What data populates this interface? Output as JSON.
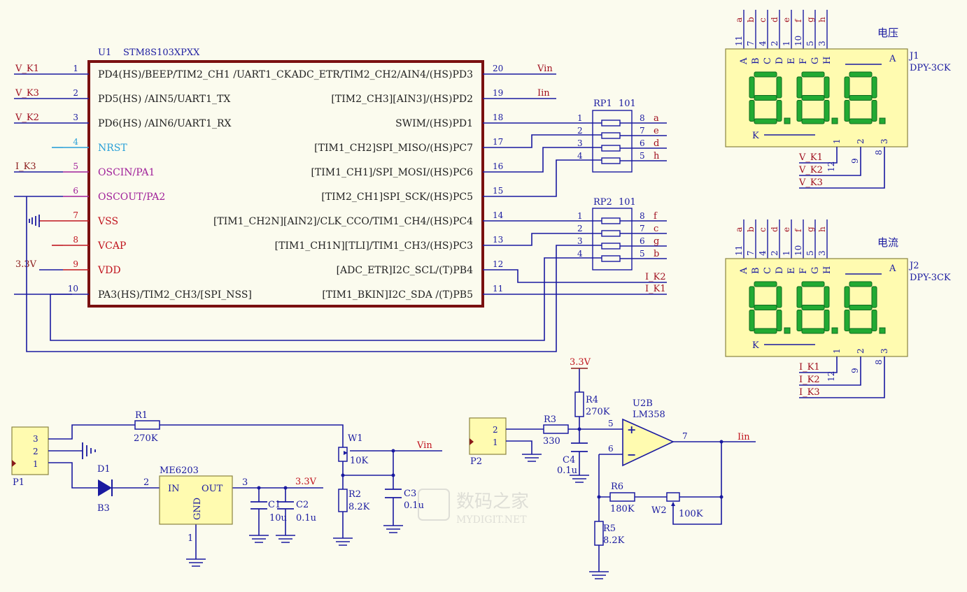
{
  "u1": {
    "ref": "U1",
    "part": "STM8S103XPXX",
    "left_pins": [
      {
        "num": "1",
        "name": "PD4(HS)/BEEP/TIM2_CH1 /UART1_CK",
        "net": "V_K1",
        "color": "#1a1aa0"
      },
      {
        "num": "2",
        "name": "PD5(HS) /AIN5/UART1_TX",
        "net": "V_K3",
        "color": "#1a1aa0"
      },
      {
        "num": "3",
        "name": "PD6(HS) /AIN6/UART1_RX",
        "net": "V_K2",
        "color": "#1a1aa0"
      },
      {
        "num": "4",
        "name": "NRST",
        "net": "",
        "color": "#2aa0d8"
      },
      {
        "num": "5",
        "name": "OSCIN/PA1",
        "net": "I_K3",
        "color": "#a0209a"
      },
      {
        "num": "6",
        "name": "OSCOUT/PA2",
        "net": "",
        "color": "#a0209a"
      },
      {
        "num": "7",
        "name": "VSS",
        "net": "",
        "color": "#c0141e"
      },
      {
        "num": "8",
        "name": "VCAP",
        "net": "",
        "color": "#c0141e"
      },
      {
        "num": "9",
        "name": "VDD",
        "net": "3.3V",
        "color": "#c0141e"
      },
      {
        "num": "10",
        "name": "PA3(HS)/TIM2_CH3/[SPI_NSS]",
        "net": "",
        "color": "#1a1aa0"
      }
    ],
    "right_pins": [
      {
        "num": "20",
        "name": "ADC_ETR/TIM2_CH2/AIN4/(HS)PD3",
        "net": "Vin"
      },
      {
        "num": "19",
        "name": "[TIM2_CH3][AIN3]/(HS)PD2",
        "net": "Iin"
      },
      {
        "num": "18",
        "name": "SWIM/(HS)PD1",
        "net": ""
      },
      {
        "num": "17",
        "name": "[TIM1_CH2]SPI_MISO/(HS)PC7",
        "net": ""
      },
      {
        "num": "16",
        "name": "[TIM1_CH1]/SPI_MOSI/(HS)PC6",
        "net": ""
      },
      {
        "num": "15",
        "name": "[TIM2_CH1]SPI_SCK/(HS)PC5",
        "net": ""
      },
      {
        "num": "14",
        "name": "[TIM1_CH2N][AIN2]/CLK_CCO/TIM1_CH4/(HS)PC4",
        "net": ""
      },
      {
        "num": "13",
        "name": "[TIM1_CH1N][TLI]/TIM1_CH3/(HS)PC3",
        "net": ""
      },
      {
        "num": "12",
        "name": "[ADC_ETR]I2C_SCL/(T)PB4",
        "net": "I_K2"
      },
      {
        "num": "11",
        "name": "[TIM1_BKIN]I2C_SDA /(T)PB5",
        "net": "I_K1"
      }
    ]
  },
  "rp1": {
    "ref": "RP1",
    "value": "101",
    "left_nums": [
      "1",
      "2",
      "3",
      "4"
    ],
    "right_nums": [
      "8",
      "7",
      "6",
      "5"
    ],
    "seg_labels": [
      "a",
      "e",
      "d",
      "h"
    ]
  },
  "rp2": {
    "ref": "RP2",
    "value": "101",
    "left_nums": [
      "1",
      "2",
      "3",
      "4"
    ],
    "right_nums": [
      "8",
      "7",
      "6",
      "5"
    ],
    "seg_labels": [
      "f",
      "c",
      "g",
      "b"
    ]
  },
  "displays": [
    {
      "ref": "J1",
      "part": "DPY-3CK",
      "caption": "电压",
      "top_pins": [
        "11",
        "7",
        "4",
        "2",
        "1",
        "10",
        "5",
        "3"
      ],
      "top_segs": [
        "a",
        "b",
        "c",
        "d",
        "e",
        "f",
        "g",
        "h"
      ],
      "inner_letters": [
        "A",
        "B",
        "C",
        "D",
        "E",
        "F",
        "G",
        "H"
      ],
      "anode": "A",
      "cathode": "K",
      "digit_nums": [
        "1",
        "2",
        "3"
      ],
      "bottom_pins": [
        "12",
        "9",
        "8"
      ],
      "digit_nets": [
        "V_K1",
        "V_K2",
        "V_K3"
      ]
    },
    {
      "ref": "J2",
      "part": "DPY-3CK",
      "caption": "电流",
      "top_pins": [
        "11",
        "7",
        "4",
        "2",
        "1",
        "10",
        "5",
        "3"
      ],
      "top_segs": [
        "a",
        "b",
        "c",
        "d",
        "e",
        "f",
        "g",
        "h"
      ],
      "inner_letters": [
        "A",
        "B",
        "C",
        "D",
        "E",
        "F",
        "G",
        "H"
      ],
      "anode": "A",
      "cathode": "K",
      "digit_nums": [
        "1",
        "2",
        "3"
      ],
      "bottom_pins": [
        "12",
        "9",
        "8"
      ],
      "digit_nets": [
        "I_K1",
        "I_K2",
        "I_K3"
      ]
    }
  ],
  "power": {
    "p1": {
      "ref": "P1",
      "pins": [
        "3",
        "2",
        "1"
      ]
    },
    "r1": {
      "ref": "R1",
      "value": "270K"
    },
    "d1": {
      "ref": "D1",
      "value": "B3"
    },
    "reg": {
      "part": "ME6203",
      "in": "IN",
      "out": "OUT",
      "gnd": "GND",
      "pin_in": "2",
      "pin_out": "3",
      "pin_gnd": "1"
    },
    "out_net": "3.3V",
    "c1": {
      "ref": "C1",
      "value": "10u"
    },
    "c2": {
      "ref": "C2",
      "value": "0.1u"
    },
    "w1": {
      "ref": "W1",
      "value": "10K"
    },
    "r2": {
      "ref": "R2",
      "value": "8.2K"
    },
    "c3": {
      "ref": "C3",
      "value": "0.1u"
    },
    "vin_net": "Vin"
  },
  "amp": {
    "p2": {
      "ref": "P2",
      "pins": [
        "2",
        "1"
      ]
    },
    "r3": {
      "ref": "R3",
      "value": "330"
    },
    "r4": {
      "ref": "R4",
      "value": "270K"
    },
    "c4": {
      "ref": "C4",
      "value": "0.1u"
    },
    "u2": {
      "ref": "U2B",
      "part": "LM358",
      "pin_plus": "5",
      "pin_minus": "6",
      "pin_out": "7"
    },
    "r6": {
      "ref": "R6",
      "value": "180K"
    },
    "w2": {
      "ref": "W2",
      "value": "100K"
    },
    "r5": {
      "ref": "R5",
      "value": "8.2K"
    },
    "supply_net": "3.3V",
    "out_net": "Iin"
  },
  "watermark": {
    "cn": "数码之家",
    "en": "MYDIGIT.NET"
  },
  "colors": {
    "background": "#fbfbee",
    "wire": "#1a1aa0",
    "chip_border": "#7a1010",
    "part_fill": "#fffbb0",
    "display_segment": "#22aa33",
    "net_label": "#c0141e"
  }
}
